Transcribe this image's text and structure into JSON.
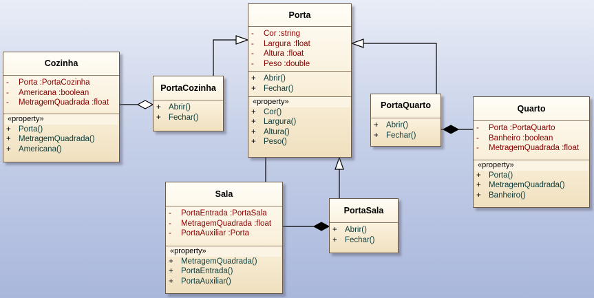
{
  "classes": {
    "porta": {
      "name": "Porta",
      "attributes": [
        {
          "vis": "-",
          "text": "Cor  :string"
        },
        {
          "vis": "-",
          "text": "Largura  :float"
        },
        {
          "vis": "-",
          "text": "Altura  :float"
        },
        {
          "vis": "-",
          "text": "Peso  :double"
        }
      ],
      "operations": [
        {
          "vis": "+",
          "text": "Abrir()"
        },
        {
          "vis": "+",
          "text": "Fechar()"
        }
      ],
      "stereotype": "«property»",
      "properties": [
        {
          "vis": "+",
          "text": "Cor()"
        },
        {
          "vis": "+",
          "text": "Largura()"
        },
        {
          "vis": "+",
          "text": "Altura()"
        },
        {
          "vis": "+",
          "text": "Peso()"
        }
      ]
    },
    "cozinha": {
      "name": "Cozinha",
      "attributes": [
        {
          "vis": "-",
          "text": "Porta  :PortaCozinha"
        },
        {
          "vis": "-",
          "text": "Americana  :boolean"
        },
        {
          "vis": "-",
          "text": "MetragemQuadrada  :float"
        }
      ],
      "stereotype": "«property»",
      "properties": [
        {
          "vis": "+",
          "text": "Porta()"
        },
        {
          "vis": "+",
          "text": "MetragemQuadrada()"
        },
        {
          "vis": "+",
          "text": "Americana()"
        }
      ]
    },
    "portacozinha": {
      "name": "PortaCozinha",
      "operations": [
        {
          "vis": "+",
          "text": "Abrir()"
        },
        {
          "vis": "+",
          "text": "Fechar()"
        }
      ]
    },
    "portaquarto": {
      "name": "PortaQuarto",
      "operations": [
        {
          "vis": "+",
          "text": "Abrir()"
        },
        {
          "vis": "+",
          "text": "Fechar()"
        }
      ]
    },
    "quarto": {
      "name": "Quarto",
      "attributes": [
        {
          "vis": "-",
          "text": "Porta  :PortaQuarto"
        },
        {
          "vis": "-",
          "text": "Banheiro  :boolean"
        },
        {
          "vis": "-",
          "text": "MetragemQuadrada  :float"
        }
      ],
      "stereotype": "«property»",
      "properties": [
        {
          "vis": "+",
          "text": "Porta()"
        },
        {
          "vis": "+",
          "text": "MetragemQuadrada()"
        },
        {
          "vis": "+",
          "text": "Banheiro()"
        }
      ]
    },
    "sala": {
      "name": "Sala",
      "attributes": [
        {
          "vis": "-",
          "text": "PortaEntrada  :PortaSala"
        },
        {
          "vis": "-",
          "text": "MetragemQuadrada  :float"
        },
        {
          "vis": "-",
          "text": "PortaAuxiliar  :Porta"
        }
      ],
      "stereotype": "«property»",
      "properties": [
        {
          "vis": "+",
          "text": "MetragemQuadrada()"
        },
        {
          "vis": "+",
          "text": "PortaEntrada()"
        },
        {
          "vis": "+",
          "text": "PortaAuxiliar()"
        }
      ]
    },
    "portasala": {
      "name": "PortaSala",
      "operations": [
        {
          "vis": "+",
          "text": "Abrir()"
        },
        {
          "vis": "+",
          "text": "Fechar()"
        }
      ]
    }
  }
}
